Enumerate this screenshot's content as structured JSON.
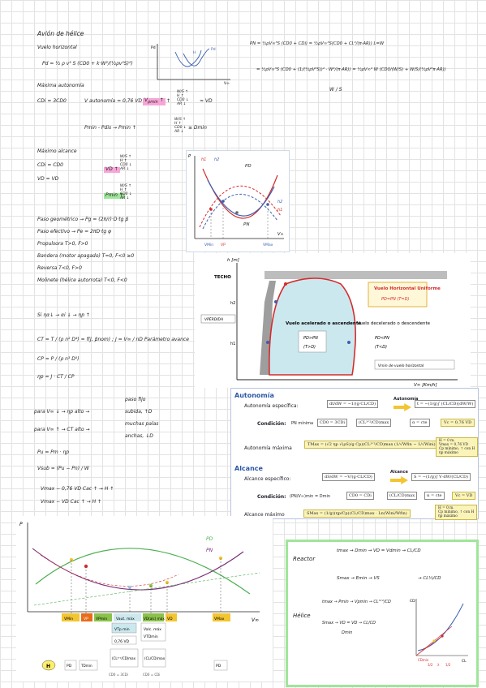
{
  "top": {
    "title": "Avión de hélice",
    "sec_horizontal": "Vuelo horizontal",
    "pd_formula": "Pd = ½ ρ v³ S (CD0 + k·W²/(½ρv²S)²)",
    "sec_min_autonomy": "Máxima autonomía",
    "cdi_eq": "CDi = 3CD0",
    "v_autonomy": "V autonomía = 0,76 VD → Vpmin ↑",
    "approx_vd": "≈ VD",
    "pmin_eq": "Pmin - Pdis → Pmin ↑",
    "dmin_eq": "≥ Dmin",
    "sec_max_range": "Máximo alcance",
    "cdi_cd0": "CDi = CD0",
    "vd_vd": "VD = VD",
    "vd_label": "VD ↑",
    "pmin_label": "Pmin ↑",
    "wl_list": "W/S ↑\nH ↑\nCD0 ↓\nAR ↓",
    "wl_list2": "W/S ↑\nH ↑\nCD0 ↓\nAR ↓",
    "wl_list3": "W/S ↑\nH ↑\nCD0 ↓\nAR ↓",
    "pgeom": "Paso geométrico → Pg = (2π/r)·D·tg β",
    "pefect": "Paso efectivo → Pe = 2πD·tg φ",
    "propulsion": "Propulsora  T>0, F>0",
    "bandera": "Bandera (motor apagado) T=0, F<0 ≥0",
    "reversa": "Reversa  T<0, F>0",
    "molinete": "Molinete (hélice autorrota) T<0, F<0",
    "si_line": "Si  ηα↓ → αi ↓ → ηp ↑",
    "ct_eq": "CT = T / (ρ n² D⁴) = f(J, βnom)   ;  J = V∞ / nD  Parámetro avance",
    "cp_eq": "CP = P / (ρ n³ D⁵)",
    "eta_eq": "ηp = J · CT / CP",
    "paso_fijo": "paso fijo",
    "para_vm": "para  V∞ ↓ → ηp alto →",
    "para_vm2": "para  V∞ ↑ → CT alto →",
    "subida": "subida, ↑D",
    "muchas": "muchas palas",
    "anchas": "anchas, ↓D",
    "pu_eq": "Pu = Pm · ηp",
    "vsub_eq": "Vsub = (Pu − Pn) / W",
    "vmax_line1": "Vmax − 0,76 VD    Cac ↑ → H ↑",
    "vmax_line2": "Vmax − VD    Cac ↑ → H ↑",
    "pd_big": "PN = ½ρV∞³S (CD0 + CDi) = ½ρV∞³S(CD0 + CL²/(π·AR))  L=W",
    "pd_big2": "= ½ρV∞³S (CD0 + (1/(½ρV²S))² · W²/(π·AR)) = ½ρV∞² W (CD0/(W/S) + W/S/(½ρV²π·AR))",
    "ws_frac": "W / S"
  },
  "chart_small": {
    "ylabel": "Pd",
    "xlabel": "V∞",
    "h_label": "H",
    "pd_label": "Pd"
  },
  "chart_pd": {
    "curves": [
      "h1",
      "h2",
      "PD",
      "h2",
      "h1",
      "PN"
    ],
    "ylabel": "P",
    "xlabel": "V∞",
    "vmin": "VMin",
    "vp": "VP",
    "vmax": "VMax"
  },
  "chart_techo": {
    "ylabel": "h [m]",
    "xlabel": "V∞ [Km/h]",
    "techo": "TECHO",
    "h2": "h2",
    "h1": "h1",
    "vperdida": "VPÉRDIDA",
    "vuelo_horiz": "Vuelo Horizontal Uniforme",
    "vuelo_horiz_sub": "PD=PN (T=D)",
    "acelerado": "Vuelo acelerado o ascendente",
    "acel_cond1": "PD>PN",
    "acel_cond2": "(T>D)",
    "decelerado": "Vuelo decelerado o descendente",
    "dec_cond1": "PD<PN",
    "dec_cond2": "(T<D)",
    "vmin_label": "Vmin de vuelo horizontal"
  },
  "table": {
    "autonomia_title": "Autonomía",
    "autonomia_especifica": "Autonomía específica:",
    "dt_eq": "dt/dW = −1/(g·CL/CD)",
    "autonomia_tag": "Autonomía",
    "t_eq": "t = −(1/g)∫ (CL/CD)(dW/W)",
    "condicion": "Condición:",
    "pn_min": "PN mínima",
    "cd0_cond": "CD0 = 3CDi",
    "cl_cd_max": "(CL³ᐟ²/CD)max",
    "alpha_opt": "α = cte",
    "vc_opt": "Vc = 0,76 VD",
    "autonomia_maxima": "Autonomía máxima",
    "tmax_formula": "TMax = (√2 ηp √(ρS)/g Cp)(CL³ᐟ²/CD)max (1/√Wfin − 1/√Wini)",
    "tmax_note": "H = 0 m.\nVmax = 0,76 VD\nCp mínimo, ↑ con H\nηp máximo",
    "alcance_title": "Alcance",
    "alcance_especifico": "Alcance específico:",
    "ds_eq": "dS/dW = −V/(g·CL/CD)",
    "alcance_tag": "Alcance",
    "s_eq": "S = −(1/g)∫ V·dW/(CL/CD)",
    "condicion2": "Condición:",
    "pn_v_min": "(PN/V∞)min = Dmin",
    "cd0_cdi": "CD0 = CDi",
    "cl_cd_max2": "(CL/CD)max",
    "alpha_cte2": "α = cte",
    "vc_vd": "Vc = VD",
    "alcance_maximo": "Alcance máximo",
    "smax_formula": "SMax = (1/g)(ηp/Cp)(CL/CD)max · Ln(Wini/Wfin)",
    "smax_note": "H = 0 m.\nCp mínimo, ↑ con H\nηp máximo"
  },
  "chart_bottom": {
    "ylabel": "P",
    "xlabel": "V∞",
    "pd": "PD",
    "pn": "PN",
    "vmin": "VMin",
    "vp": "VP",
    "vpmin": "VPmin",
    "vaut_max": "Vaut. máx",
    "vd_alc_max": "VD(alc) máx",
    "vd": "VD",
    "vmax": "VMax",
    "v_tp_min": "VTp min",
    "v_076vd": "0,76 VD",
    "v_alc_max": "Valc. máx",
    "v_td_min": "VTDmin",
    "pd_box": "PD",
    "tdmin_box": "TDmin",
    "cl32_box": "(CL³ᐟ²/CD)max",
    "cl_cd_box": "(CL/CD)max",
    "pd_box2": "PD",
    "cd0_3cdi": "CD0 = 3CDi",
    "cd0_cdi": "CD0 = CDi",
    "badge": "H"
  },
  "notes_right": {
    "reactor": "Reactor",
    "tmax_dmin": "tmax → Dmin → VD = Vdmin → CL/CD",
    "smax_emin": "Smax → Emin → VS",
    "cl12_cd": "→ CL½/CD",
    "helice": "Hélice",
    "tmax_pmin": "tmax → Pmin → Vpmin → CL³ᐟ²/CD",
    "smax_vd": "Smax → VD = VD → CL/CD",
    "dmin": "Dmin",
    "cd_label": "CD",
    "cl_label": "CL",
    "cdmin": "CDmin",
    "frac_32": "3/2",
    "frac_12": "1/2",
    "lambda": "λ"
  },
  "colors": {
    "red": "#d62b2b",
    "blue": "#3a5fb0",
    "green_curve": "#4caf50",
    "yellow_box": "#f3c530",
    "orange_box": "#e86b1a",
    "light_blue_fill": "#cce8ef",
    "table_blue": "#2d58a6",
    "green_frame": "#9fe69a"
  }
}
